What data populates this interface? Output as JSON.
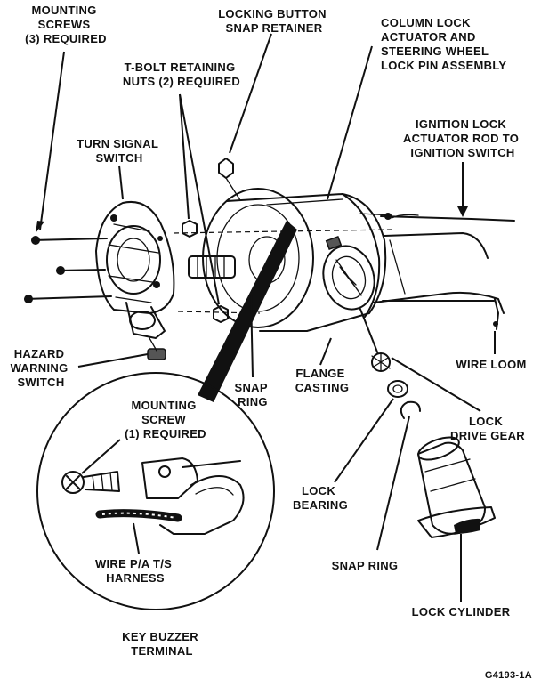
{
  "labels": {
    "mounting_screws": [
      "MOUNTING",
      "SCREWS",
      "(3) REQUIRED"
    ],
    "locking_button": [
      "LOCKING BUTTON",
      "SNAP RETAINER"
    ],
    "column_lock": [
      "COLUMN LOCK",
      "ACTUATOR AND",
      "STEERING WHEEL",
      "LOCK PIN ASSEMBLY"
    ],
    "tbolt": [
      "T-BOLT RETAINING",
      "NUTS (2) REQUIRED"
    ],
    "turn_signal": [
      "TURN SIGNAL",
      "SWITCH"
    ],
    "ignition_rod": [
      "IGNITION LOCK",
      "ACTUATOR ROD TO",
      "IGNITION SWITCH"
    ],
    "hazard": [
      "HAZARD",
      "WARNING",
      "SWITCH"
    ],
    "wire_loom": [
      "WIRE LOOM"
    ],
    "flange": [
      "FLANGE",
      "CASTING"
    ],
    "snap_ring_upper": [
      "SNAP",
      "RING"
    ],
    "mounting_screw_one": [
      "MOUNTING",
      "SCREW",
      "(1) REQUIRED"
    ],
    "lock_drive_gear": [
      "LOCK",
      "DRIVE GEAR"
    ],
    "lock_bearing": [
      "LOCK",
      "BEARING"
    ],
    "wire_harness": [
      "WIRE P/A T/S",
      "HARNESS"
    ],
    "snap_ring_lower": [
      "SNAP RING"
    ],
    "lock_cylinder": [
      "LOCK CYLINDER"
    ],
    "key_buzzer": [
      "KEY BUZZER",
      "TERMINAL"
    ],
    "figure_code": "G4193-1A"
  }
}
